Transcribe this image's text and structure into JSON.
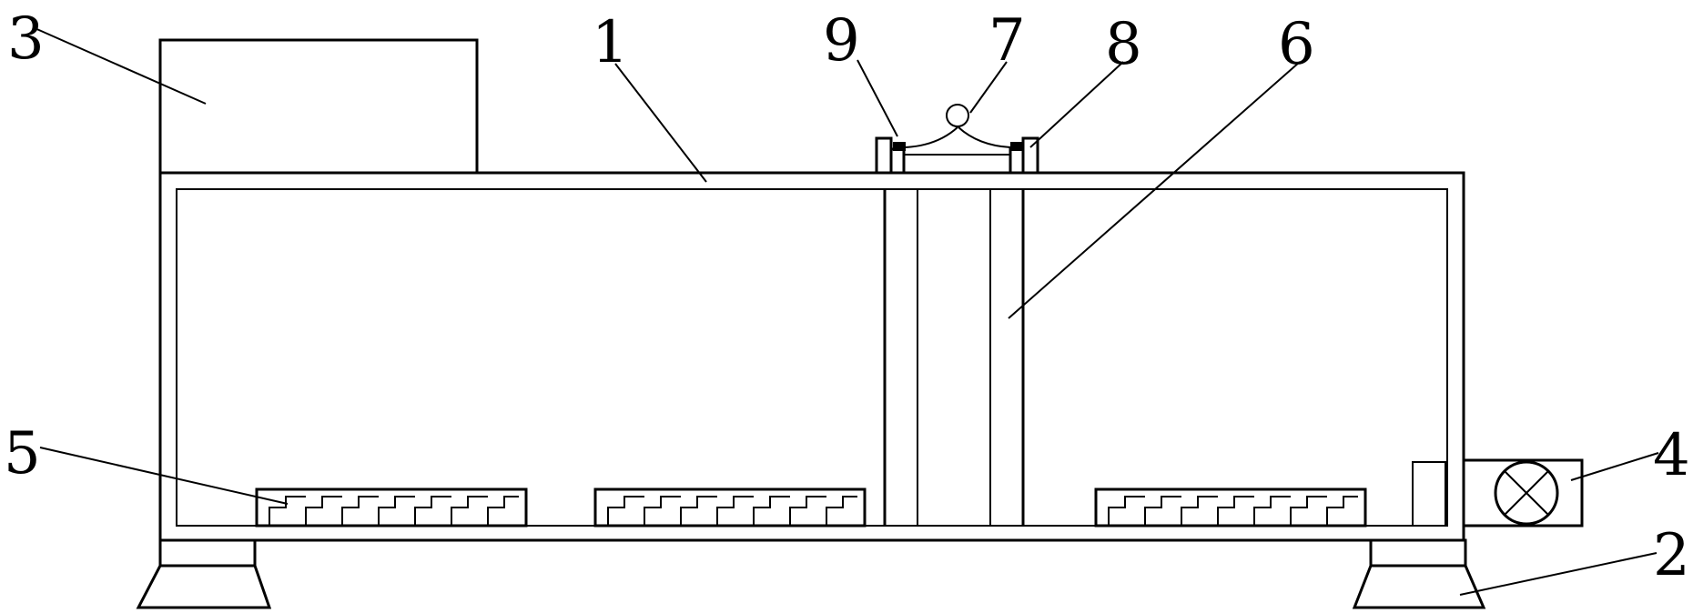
{
  "labels": {
    "frame_body": "1",
    "support_foot": "2",
    "control_box": "3",
    "fan_unit": "4",
    "heater_strip": "5",
    "center_column": "6",
    "hanging_ring": "7",
    "top_bracket": "8",
    "clamp_block": "9"
  }
}
